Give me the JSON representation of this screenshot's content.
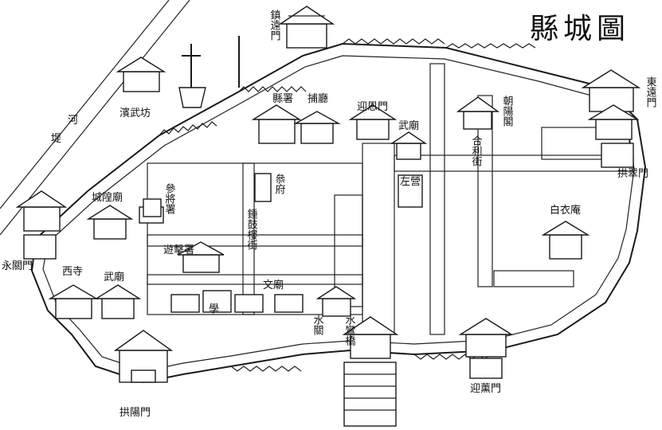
{
  "title": "縣城圖",
  "colors": {
    "ink": "#1a1a1a",
    "paper": "#ffffff"
  },
  "gates": {
    "north": "鎮遠門",
    "east": "東遠門",
    "east_inner": "拱翠門",
    "south_east": "迎薰門",
    "south_west": "拱陽門",
    "west": "永關門",
    "inner_gate": "迎恩門"
  },
  "places": {
    "county_office": "縣署",
    "jail": "捕廳",
    "river": "河",
    "river_bank": "堤",
    "binwu_shop": "濱武坊",
    "chaoyang_pavilion": "朝陽閣",
    "wumiao_top": "武廟",
    "chenghuang_temple": "城隍廟",
    "baiyi_nunnery": "白衣庵",
    "west_temple": "西寺",
    "wumiao_west": "武廟",
    "wenmiao": "文廟",
    "school": "學",
    "youji_office": "遊擊署",
    "tongpan": "參將署",
    "zhongjie": "鍾鼓樓街",
    "qianzong": "叅府",
    "hetang": "左營",
    "shuiguan": "水關",
    "heli_street": "合利街",
    "shuiduan": "水鸞橋"
  }
}
